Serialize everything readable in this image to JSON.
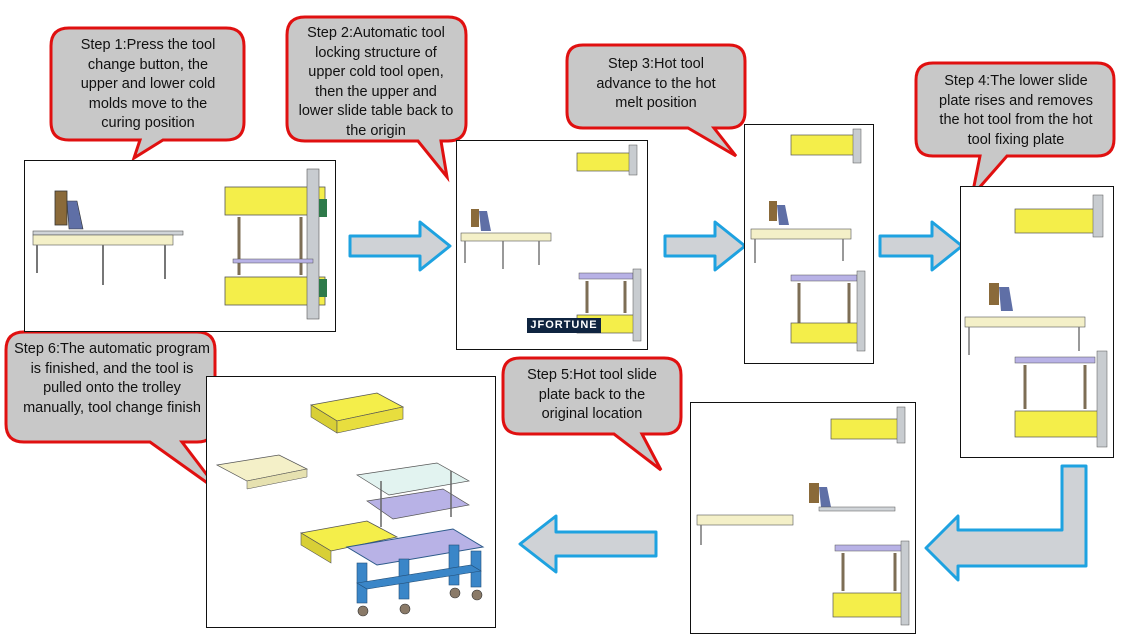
{
  "steps": [
    {
      "id": 1,
      "caption": "Step 1:Press the tool change button, the upper and lower cold molds move to the curing position"
    },
    {
      "id": 2,
      "caption": "Step 2:Automatic tool locking structure of upper cold tool open, then the upper and lower slide table back to the origin"
    },
    {
      "id": 3,
      "caption": "Step 3:Hot tool advance to the hot melt position"
    },
    {
      "id": 4,
      "caption": "Step 4:The lower slide plate rises and removes the hot tool from the hot tool fixing plate"
    },
    {
      "id": 5,
      "caption": "Step 5:Hot tool slide plate back to the original location"
    },
    {
      "id": 6,
      "caption": "Step 6:The automatic program is finished, and the tool is pulled onto the trolley manually, tool change finish"
    }
  ],
  "logo_text": "JFORTUNE",
  "colors": {
    "callout_fill": "#c8c8c8",
    "callout_border": "#e01010",
    "arrow_fill": "#cfd2d6",
    "arrow_border": "#1ea2e0",
    "tool_yellow": "#f4ee4a",
    "slide_lavender": "#b8b2e6",
    "trolley_blue": "#3a86c8"
  }
}
